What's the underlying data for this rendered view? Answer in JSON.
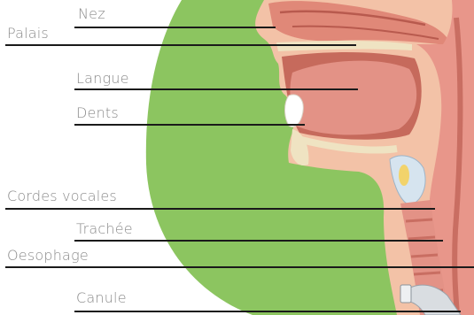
{
  "colors": {
    "background": "#ffffff",
    "circle": "#8cc560",
    "label_text": "#8a8a8a",
    "leader_line": "#1a1a1a",
    "skin": "#f3c2a7",
    "tissue": "#e08878",
    "cavity": "#b85a4e",
    "bone": "#efe3c2",
    "cartilage": "#d6e4ef"
  },
  "labels": {
    "nez": "Nez",
    "palais": "Palais",
    "langue": "Langue",
    "dents": "Dents",
    "cordes_vocales": "Cordes vocales",
    "trachee": "Trachée",
    "oesophage": "Oesophage",
    "canule": "Canule"
  }
}
